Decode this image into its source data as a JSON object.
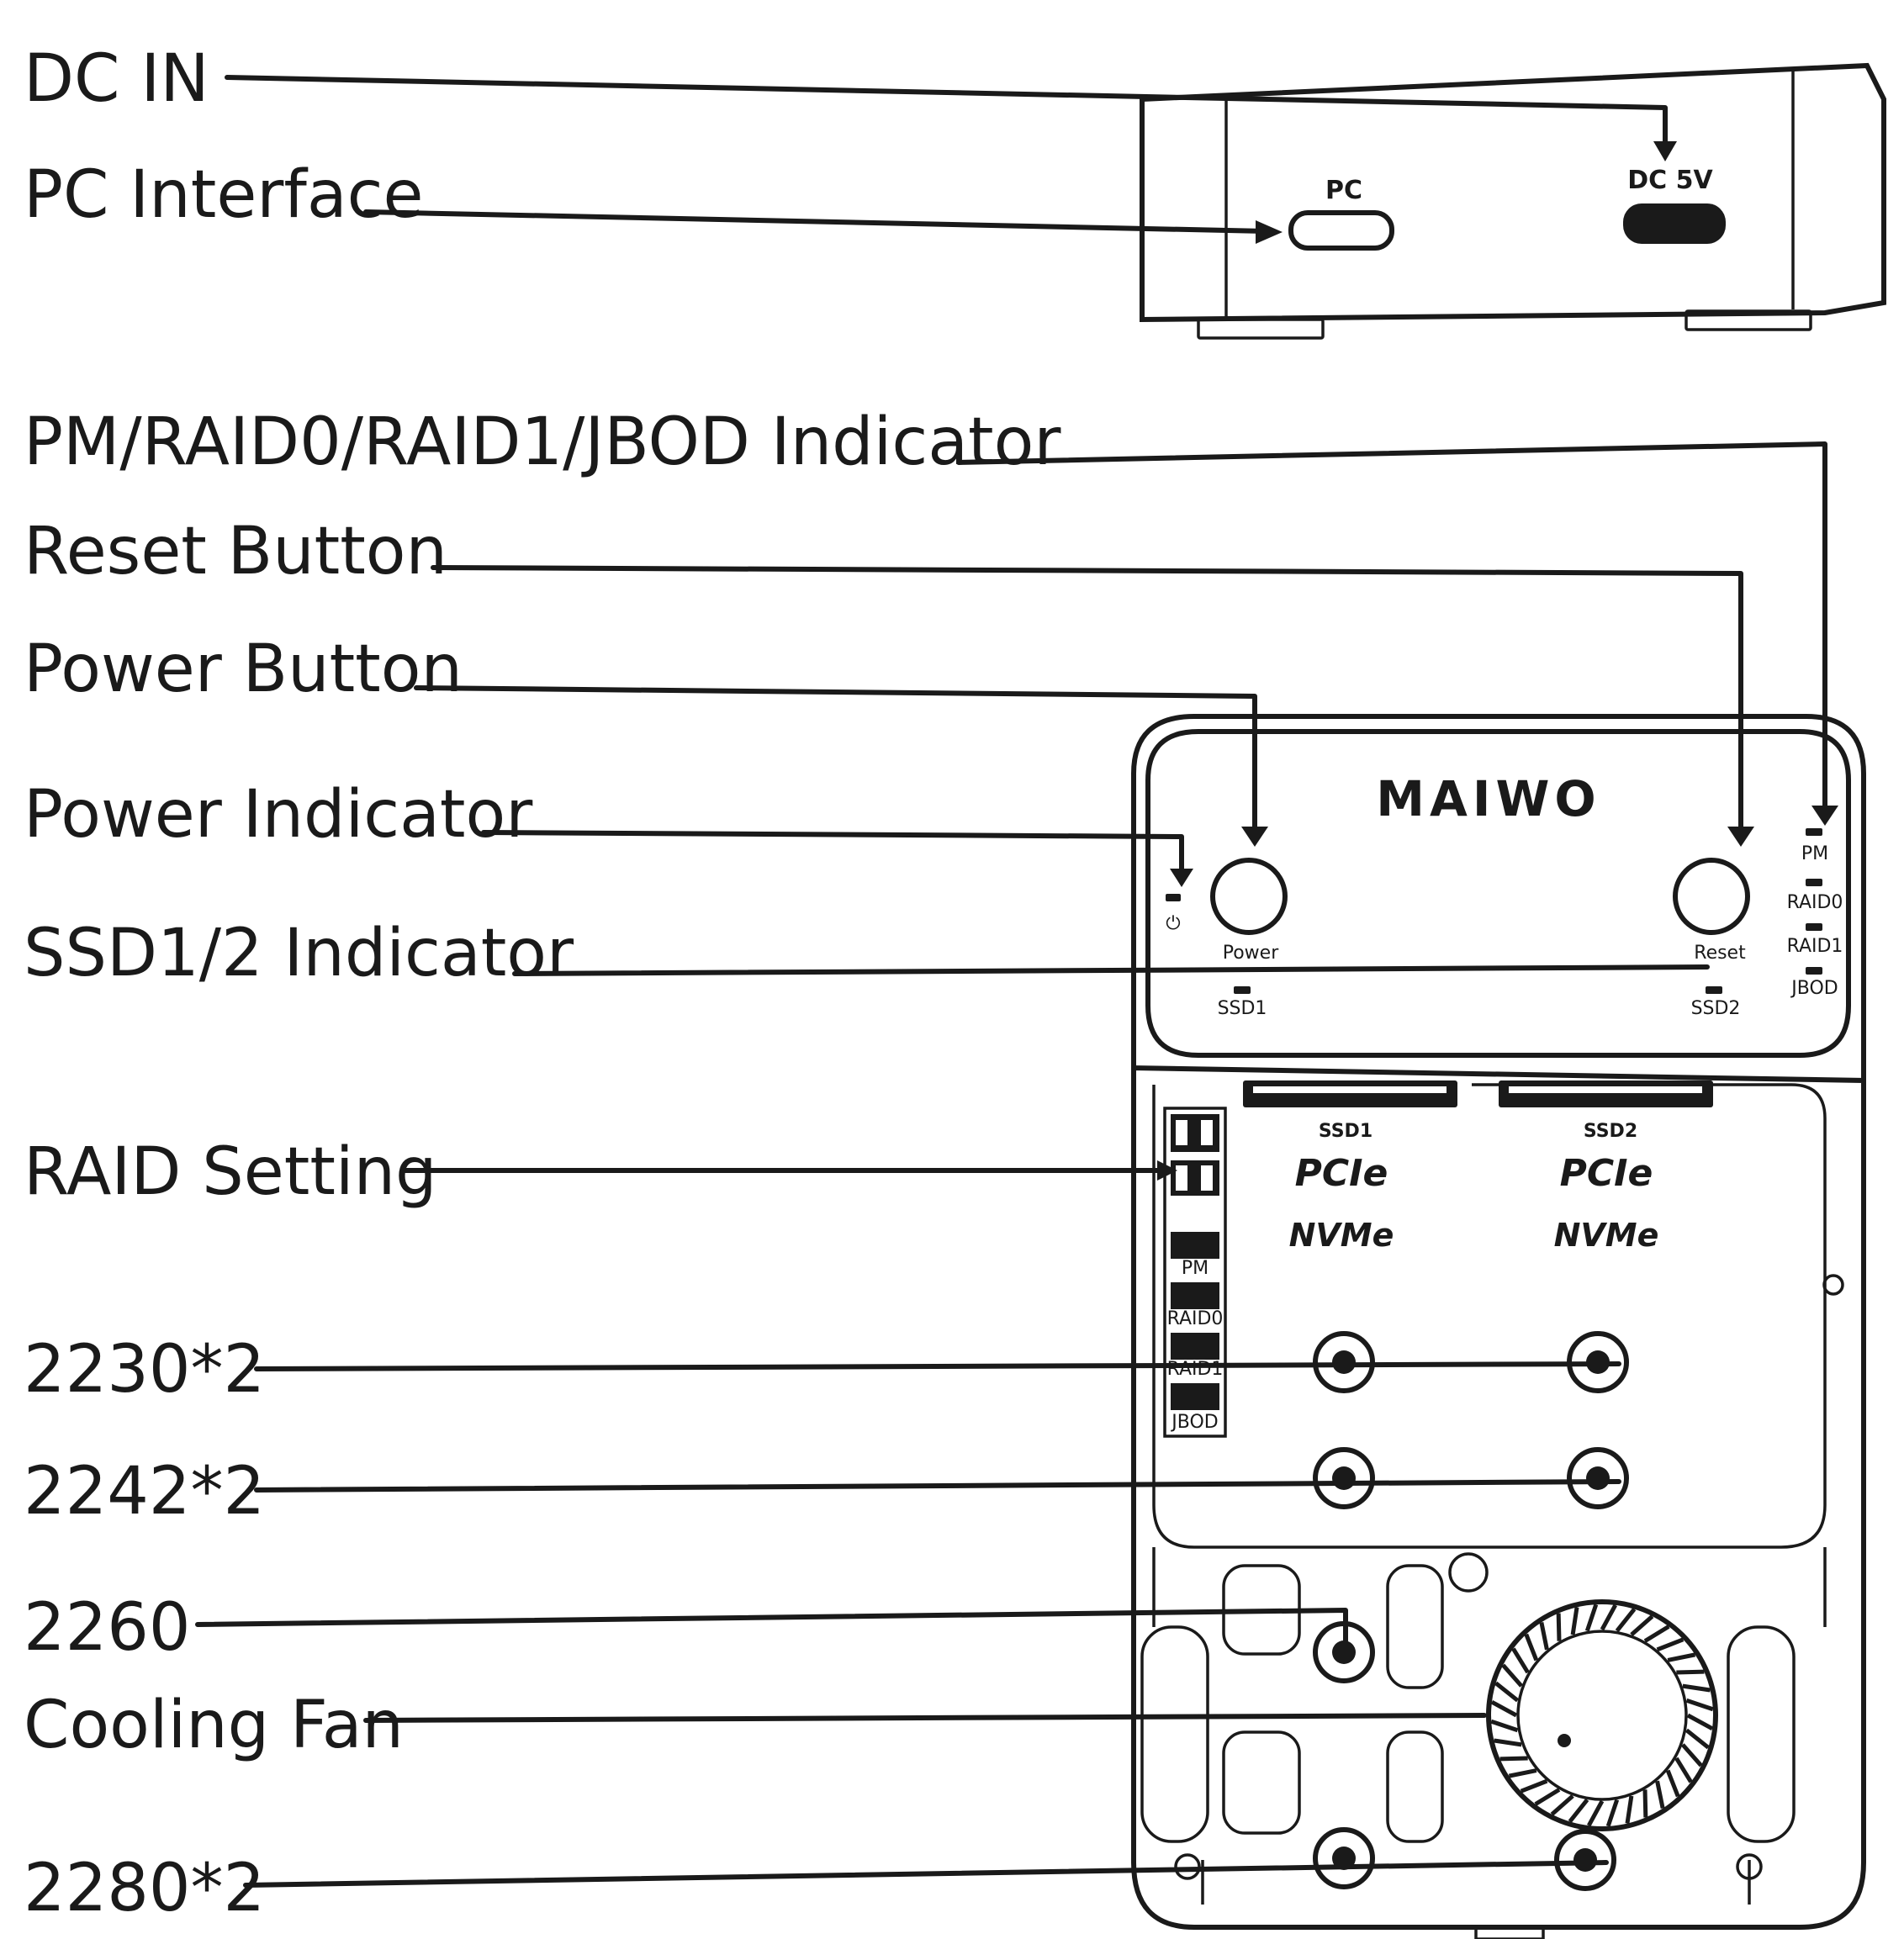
{
  "callouts": [
    {
      "id": "dc-in",
      "label": "DC IN"
    },
    {
      "id": "pc-interface",
      "label": "PC Interface"
    },
    {
      "id": "mode-indicator",
      "label": "PM/RAID0/RAID1/JBOD Indicator"
    },
    {
      "id": "reset-button",
      "label": "Reset Button"
    },
    {
      "id": "power-button",
      "label": "Power Button"
    },
    {
      "id": "power-indicator",
      "label": "Power Indicator"
    },
    {
      "id": "ssd-indicator",
      "label": "SSD1/2 Indicator"
    },
    {
      "id": "raid-setting",
      "label": "RAID Setting"
    },
    {
      "id": "size-2230",
      "label": "2230*2"
    },
    {
      "id": "size-2242",
      "label": "2242*2"
    },
    {
      "id": "size-2260",
      "label": "2260"
    },
    {
      "id": "cooling-fan",
      "label": "Cooling Fan"
    },
    {
      "id": "size-2280",
      "label": "2280*2"
    }
  ],
  "device": {
    "side_ports": {
      "pc": "PC",
      "dc": "DC 5V"
    },
    "brand": "MAIWO",
    "buttons": {
      "power": "Power",
      "reset": "Reset"
    },
    "leds": {
      "ssd1": "SSD1",
      "ssd2": "SSD2"
    },
    "mode_leds": [
      "PM",
      "RAID0",
      "RAID1",
      "JBOD"
    ],
    "slots": [
      {
        "name": "SSD1",
        "interface": "PCIe",
        "protocol": "NVMe"
      },
      {
        "name": "SSD2",
        "interface": "PCIe",
        "protocol": "NVMe"
      }
    ],
    "dip_modes": [
      "PM",
      "RAID0",
      "RAID1",
      "JBOD"
    ]
  }
}
